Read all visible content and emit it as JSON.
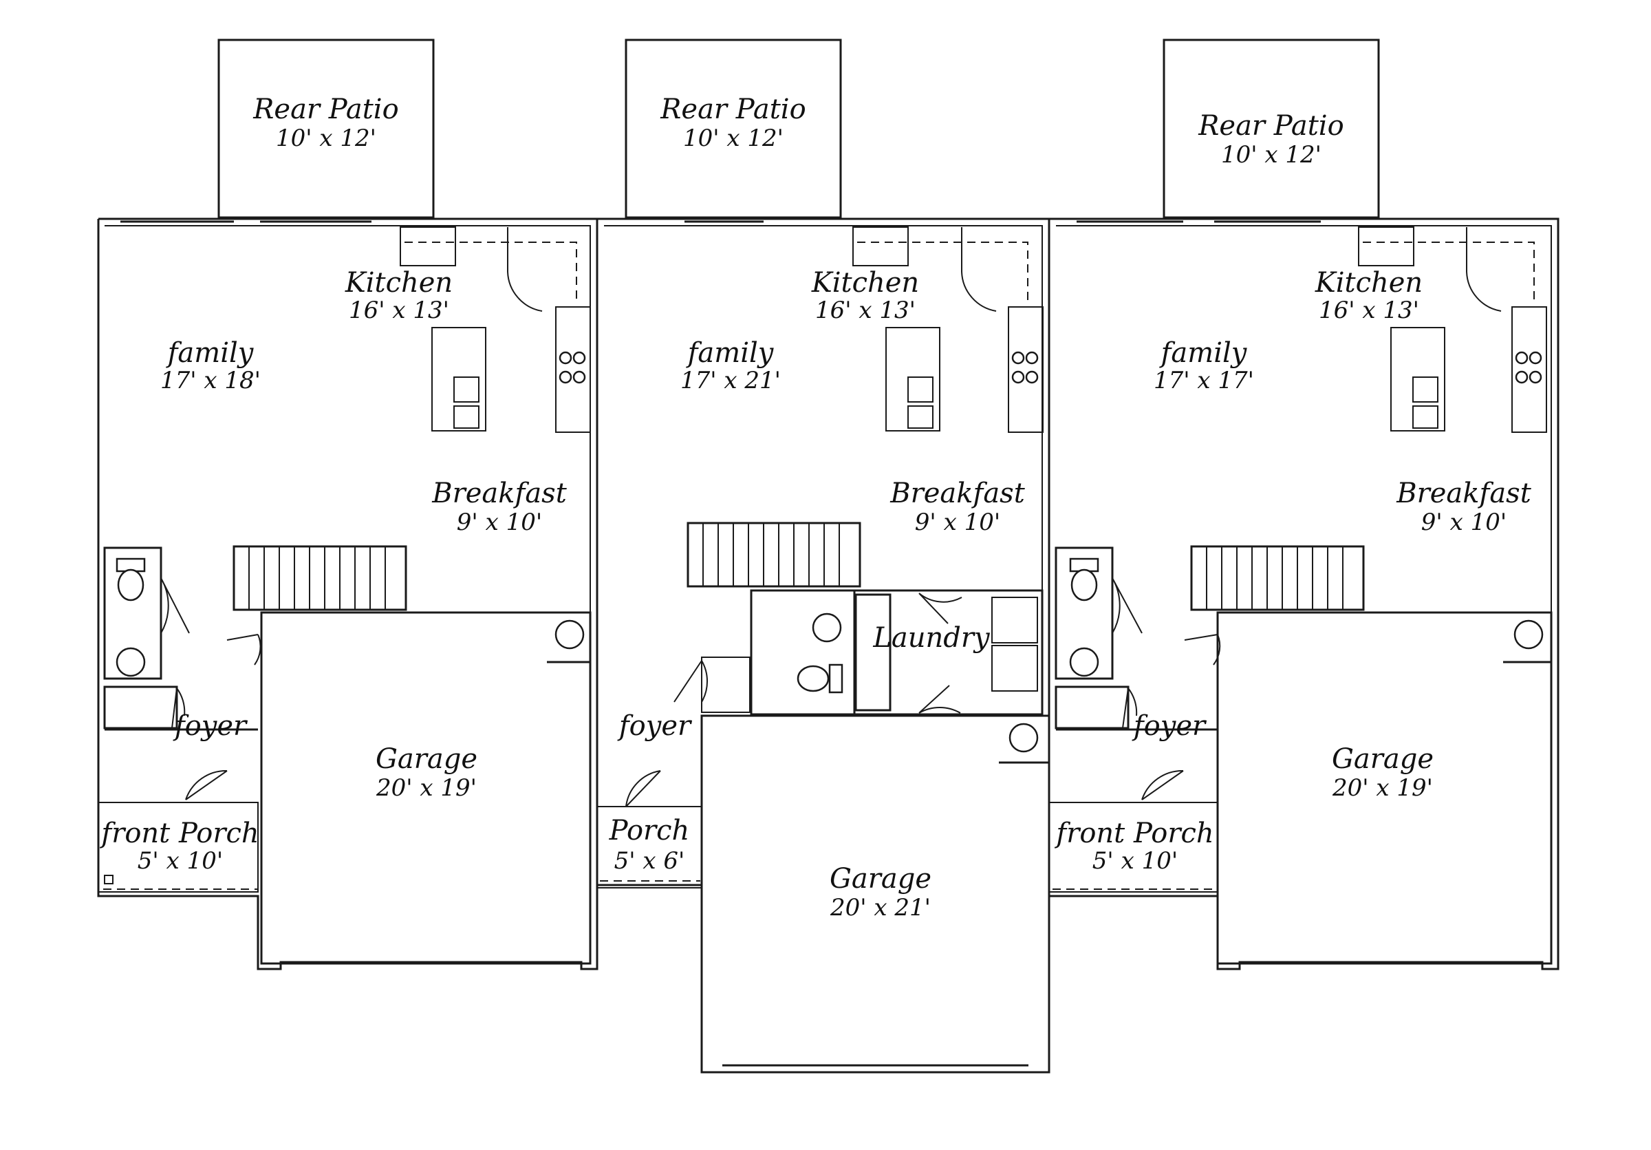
{
  "units": [
    {
      "rear_patio": {
        "name": "Rear Patio",
        "dim": "10' x 12'"
      },
      "kitchen": {
        "name": "Kitchen",
        "dim": "16' x 13'"
      },
      "family": {
        "name": "family",
        "dim": "17' x 18'"
      },
      "breakfast": {
        "name": "Breakfast",
        "dim": "9' x 10'"
      },
      "foyer": {
        "name": "foyer"
      },
      "garage": {
        "name": "Garage",
        "dim": "20' x 19'"
      },
      "porch": {
        "name": "front Porch",
        "dim": "5' x 10'"
      }
    },
    {
      "rear_patio": {
        "name": "Rear Patio",
        "dim": "10' x 12'"
      },
      "kitchen": {
        "name": "Kitchen",
        "dim": "16' x 13'"
      },
      "family": {
        "name": "family",
        "dim": "17' x 21'"
      },
      "breakfast": {
        "name": "Breakfast",
        "dim": "9' x 10'"
      },
      "laundry": {
        "name": "Laundry"
      },
      "foyer": {
        "name": "foyer"
      },
      "garage": {
        "name": "Garage",
        "dim": "20' x 21'"
      },
      "porch": {
        "name": "Porch",
        "dim": "5' x 6'"
      }
    },
    {
      "rear_patio": {
        "name": "Rear Patio",
        "dim": "10' x 12'"
      },
      "kitchen": {
        "name": "Kitchen",
        "dim": "16' x 13'"
      },
      "family": {
        "name": "family",
        "dim": "17' x 17'"
      },
      "breakfast": {
        "name": "Breakfast",
        "dim": "9' x 10'"
      },
      "foyer": {
        "name": "foyer"
      },
      "garage": {
        "name": "Garage",
        "dim": "20' x 19'"
      },
      "porch": {
        "name": "front Porch",
        "dim": "5' x 10'"
      }
    }
  ]
}
